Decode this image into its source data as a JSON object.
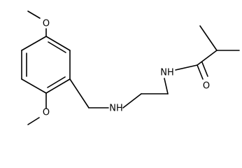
{
  "molecule": {
    "atoms": {
      "o_top": "O",
      "o_bottom": "O",
      "n_amine": "NH",
      "n_amide": "NH",
      "o_carbonyl": "O"
    }
  }
}
